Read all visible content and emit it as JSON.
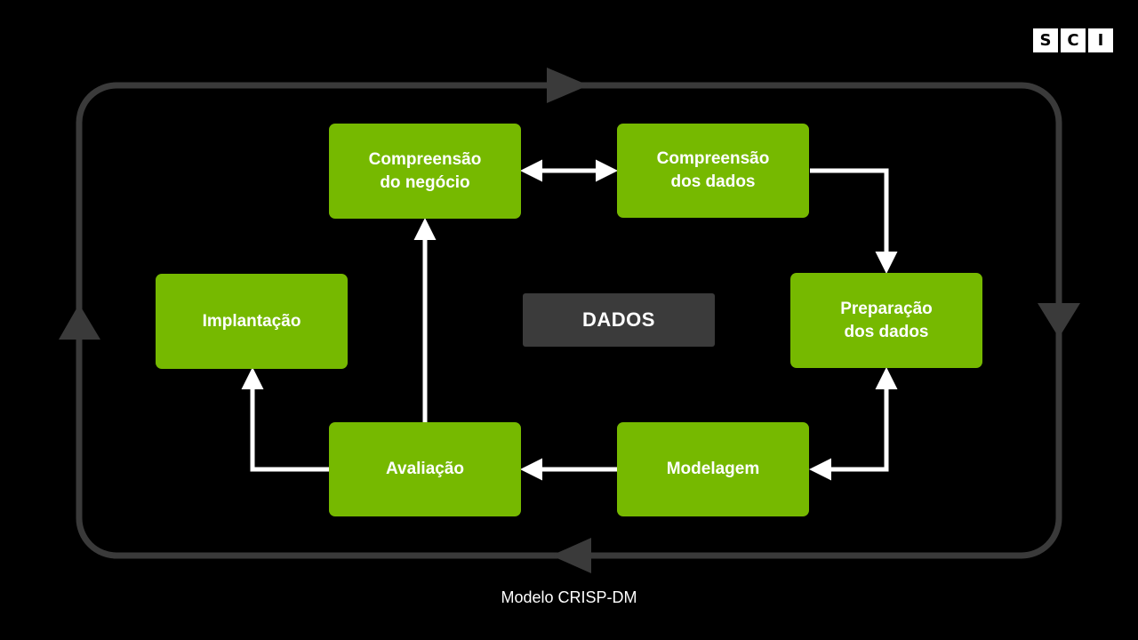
{
  "logo": {
    "letters": [
      "S",
      "C",
      "I"
    ]
  },
  "nodes": {
    "business": "Compreensão\ndo negócio",
    "data_understanding": "Compreensão\ndos dados",
    "preparation": "Preparação\ndos dados",
    "modeling": "Modelagem",
    "evaluation": "Avaliação",
    "deployment": "Implantação",
    "center": "DADOS"
  },
  "caption": "Modelo CRISP-DM",
  "colors": {
    "background": "#000000",
    "node_green": "#76b900",
    "center_box": "#3b3b3b",
    "outer_loop": "#3a3a3a",
    "arrows": "#ffffff"
  }
}
